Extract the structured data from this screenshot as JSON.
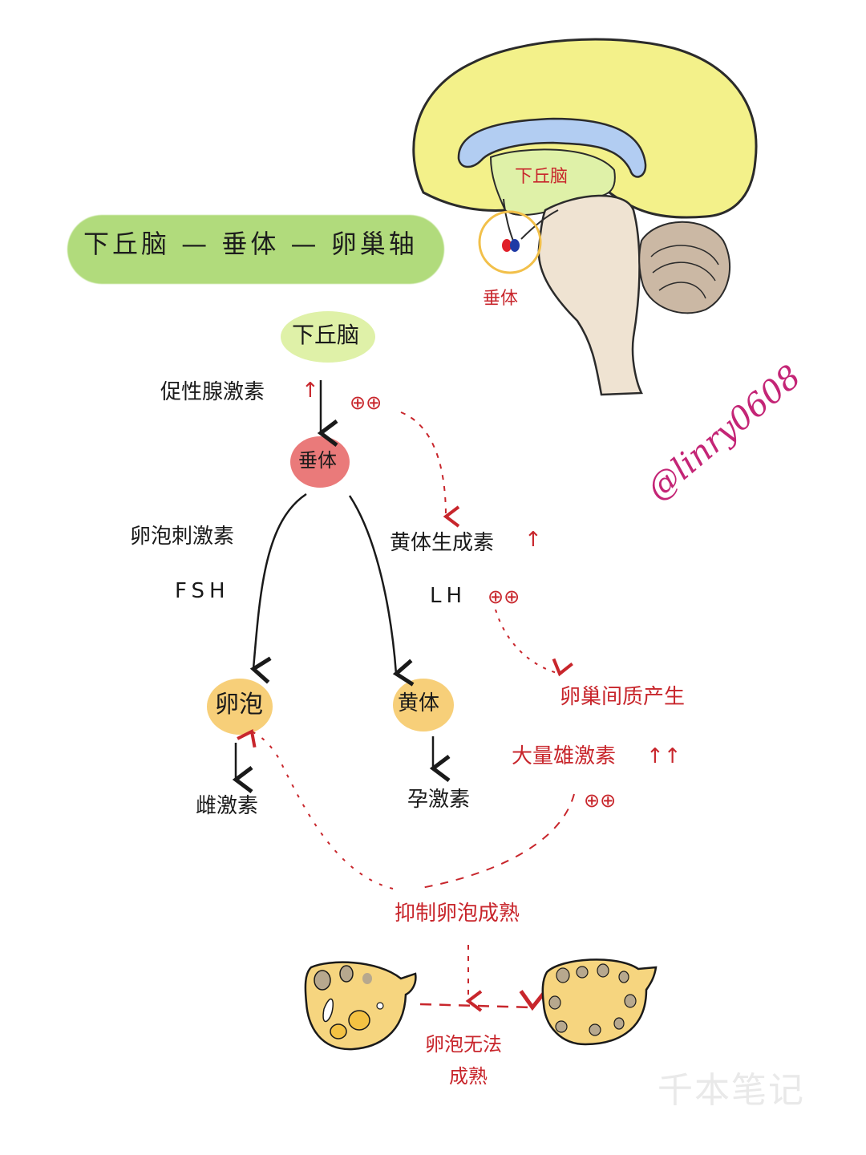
{
  "title": "下丘脑 — 垂体 — 卵巢轴",
  "brain": {
    "hypothalamus_label": "下丘脑",
    "pituitary_label": "垂体"
  },
  "flow": {
    "hypothalamus": "下丘脑",
    "gnrh": "促性腺激素",
    "up_arrow": "↑",
    "plus_plus": "⊕⊕",
    "pituitary": "垂体",
    "fsh_cn": "卵泡刺激素",
    "fsh": "FSH",
    "lh_cn": "黄体生成素",
    "lh": "LH",
    "follicle": "卵泡",
    "corpus_luteum": "黄体",
    "estrogen": "雌激素",
    "progesterone": "孕激素",
    "theca": "卵巢间质产生",
    "androgen": "大量雄激素",
    "double_up": "↑↑",
    "inhibit": "抑制卵泡成熟",
    "no_mature_line1": "卵泡无法",
    "no_mature_line2": "成熟"
  },
  "signature": "@linry0608",
  "watermark": "千本笔记",
  "colors": {
    "band": "#a9d86e",
    "brain": "#f3f18a",
    "ventricle": "#b2cdf2",
    "hypothalamus_fill": "#dff1a8",
    "stem": "#efe3d2",
    "cerebellum": "#cbb8a4",
    "pituitary_fill": "#ea7a7a",
    "gland_fill": "#f7cf79",
    "ovary_fill": "#f6d57f",
    "red": "#c8262c",
    "signature": "#c42576"
  }
}
